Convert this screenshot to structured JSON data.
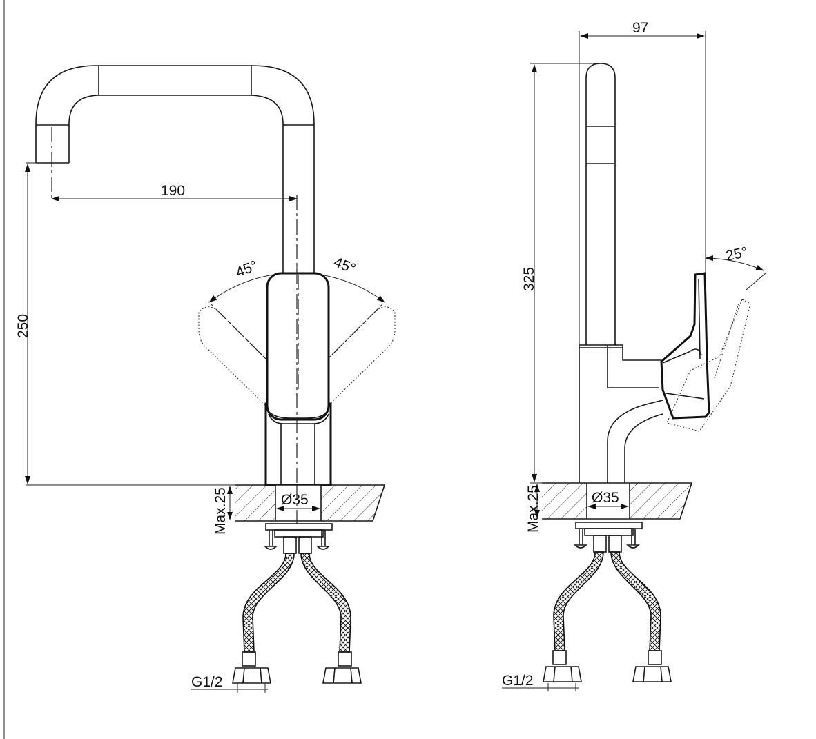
{
  "dimensions": {
    "front_reach": "190",
    "front_height": "250",
    "front_angle_left": "45°",
    "front_angle_right": "45°",
    "front_max_thickness": "Max.25",
    "front_hole_diameter": "Ø35",
    "front_thread": "G1/2",
    "side_depth": "97",
    "side_height": "325",
    "side_angle": "25°",
    "side_max_thickness": "Max.25",
    "side_hole_diameter": "Ø35",
    "side_thread": "G1/2"
  }
}
